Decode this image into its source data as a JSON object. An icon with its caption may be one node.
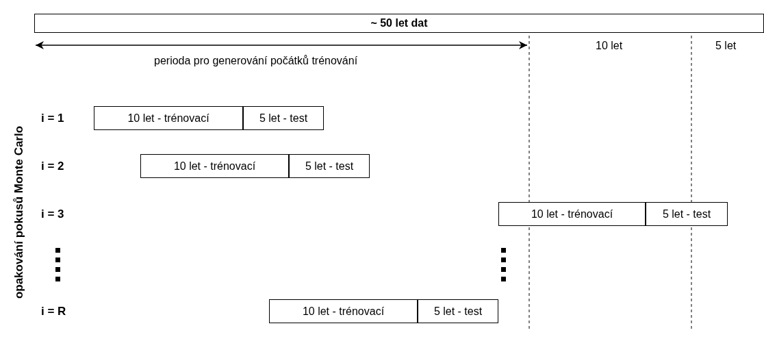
{
  "diagram": {
    "nodes": [
      {
        "text": [
          "~ 50 let dat"
        ]
      },
      {
        "text": [
          "10 let - trénovací"
        ]
      },
      {
        "text": [
          "5 let - test"
        ]
      },
      {
        "text": [
          "10 let - trénovací"
        ]
      },
      {
        "text": [
          "5 let - test"
        ]
      },
      {
        "text": [
          "10 let - trénovací"
        ]
      },
      {
        "text": [
          "5 let - test"
        ]
      },
      {
        "text": [
          "10 let - trénovací"
        ]
      },
      {
        "text": [
          "5 let - test"
        ]
      }
    ],
    "edges": [],
    "labels": [
      "perioda pro generování počátků trénování",
      "10 let",
      "5 let",
      "opakování pokusů Monte Carlo",
      "i = 1",
      "i = 2",
      "i = 3",
      "i = R"
    ]
  }
}
